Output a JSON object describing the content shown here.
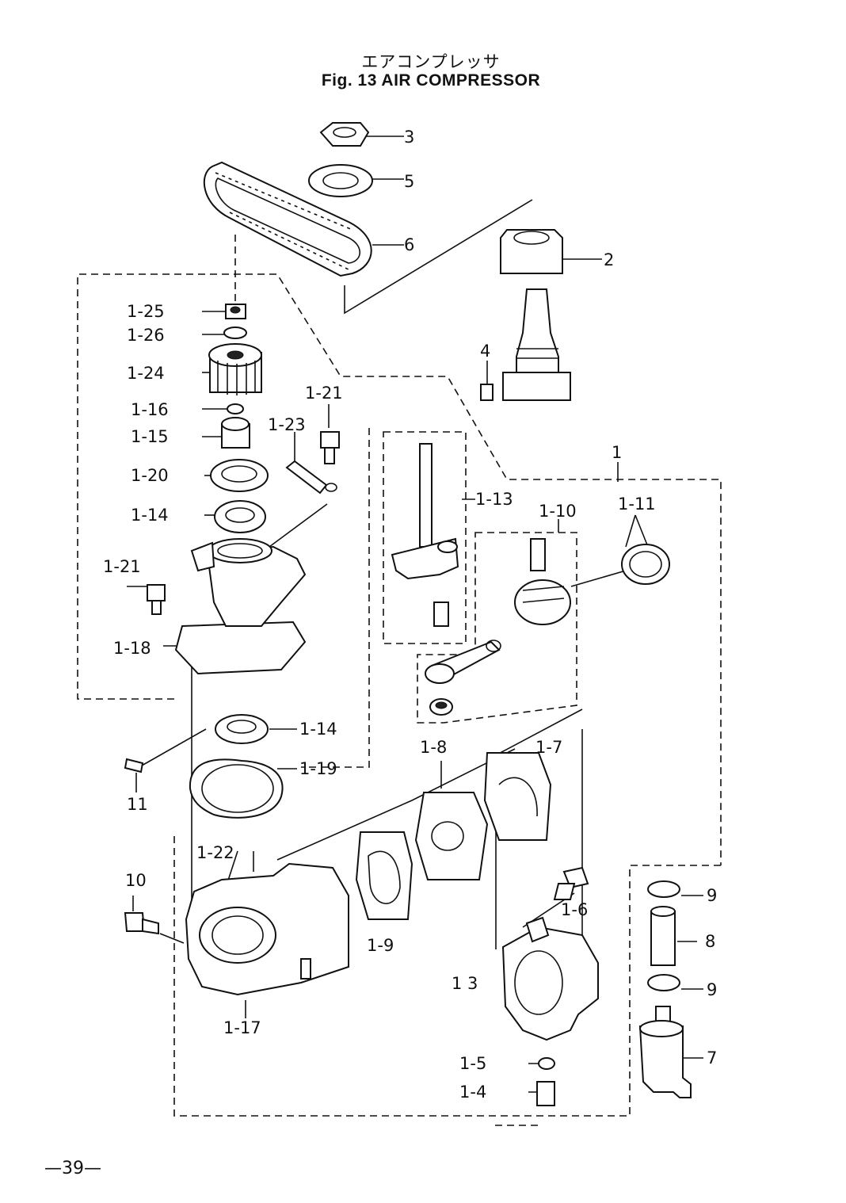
{
  "title_jp": "エアコンプレッサ",
  "title_en": "Fig. 13   AIR COMPRESSOR",
  "page_number": "—39—",
  "callouts": {
    "p3": "3",
    "p5": "5",
    "p6": "6",
    "p2": "2",
    "p4": "4",
    "p1": "1",
    "p1_25": "1-25",
    "p1_26": "1-26",
    "p1_24": "1-24",
    "p1_16": "1-16",
    "p1_15": "1-15",
    "p1_21a": "1-21",
    "p1_23": "1-23",
    "p1_20": "1-20",
    "p1_14a": "1-14",
    "p1_21b": "1-21",
    "p1_18": "1-18",
    "p1_13": "1-13",
    "p1_10": "1-10",
    "p1_11": "1-11",
    "p1_14b": "1-14",
    "p1_19": "1-19",
    "p11": "11",
    "p1_8": "1-8",
    "p1_7": "1-7",
    "p1_22": "1-22",
    "p10": "10",
    "p1_9": "1-9",
    "p1_6": "1-6",
    "p1_3": "1 3",
    "p1_17": "1-17",
    "p9a": "9",
    "p8": "8",
    "p9b": "9",
    "p7": "7",
    "p1_5": "1-5",
    "p1_4": "1-4"
  }
}
